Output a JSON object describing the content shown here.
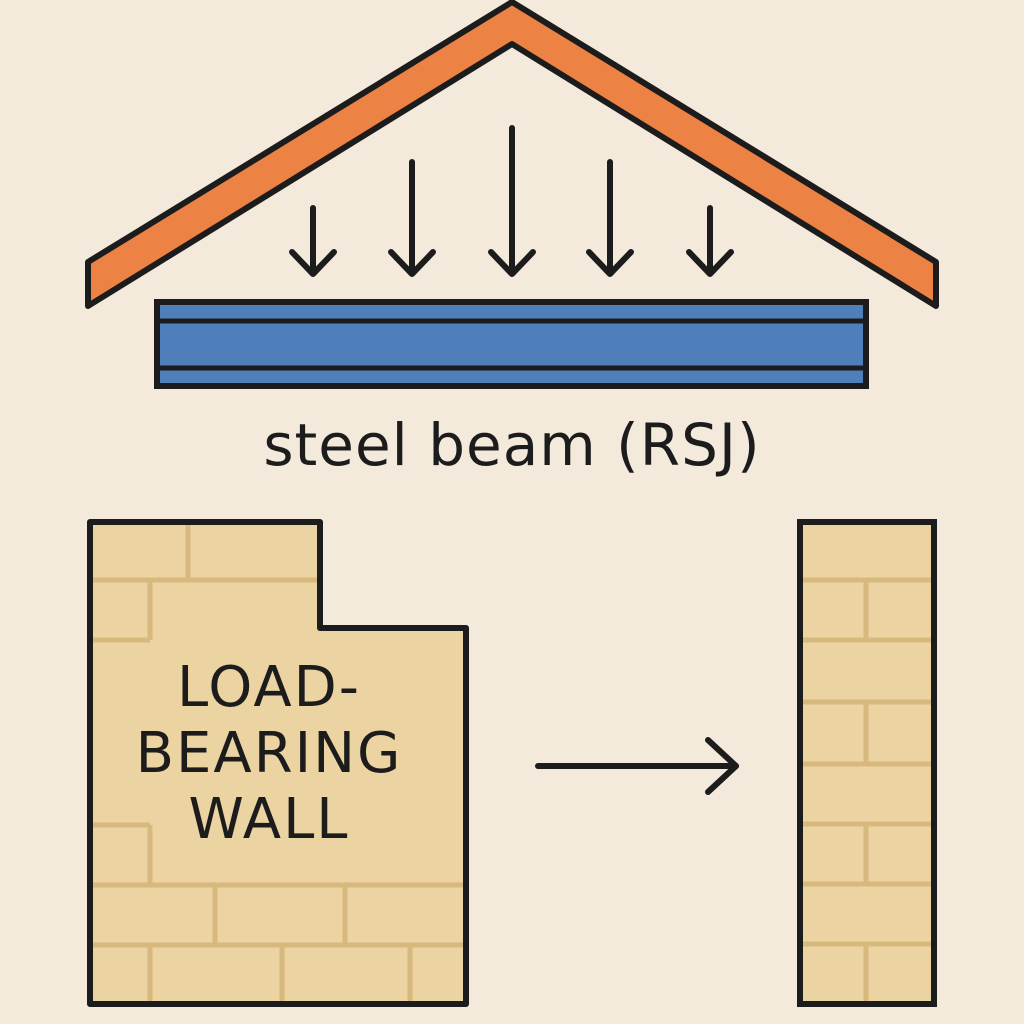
{
  "labels": {
    "beam": "steel beam (RSJ)",
    "wall_line1": "LOAD-",
    "wall_line2": "BEARING",
    "wall_line3": "WALL"
  },
  "colors": {
    "background": "#f3eadc",
    "roof": "#ec8345",
    "beam": "#4e7fba",
    "brick": "#ebd3a2",
    "mortar": "#d7b97e",
    "outline": "#1c1c1c"
  },
  "icons": {
    "load_arrows": "down-arrow-icon",
    "transition_arrow": "right-arrow-icon"
  }
}
